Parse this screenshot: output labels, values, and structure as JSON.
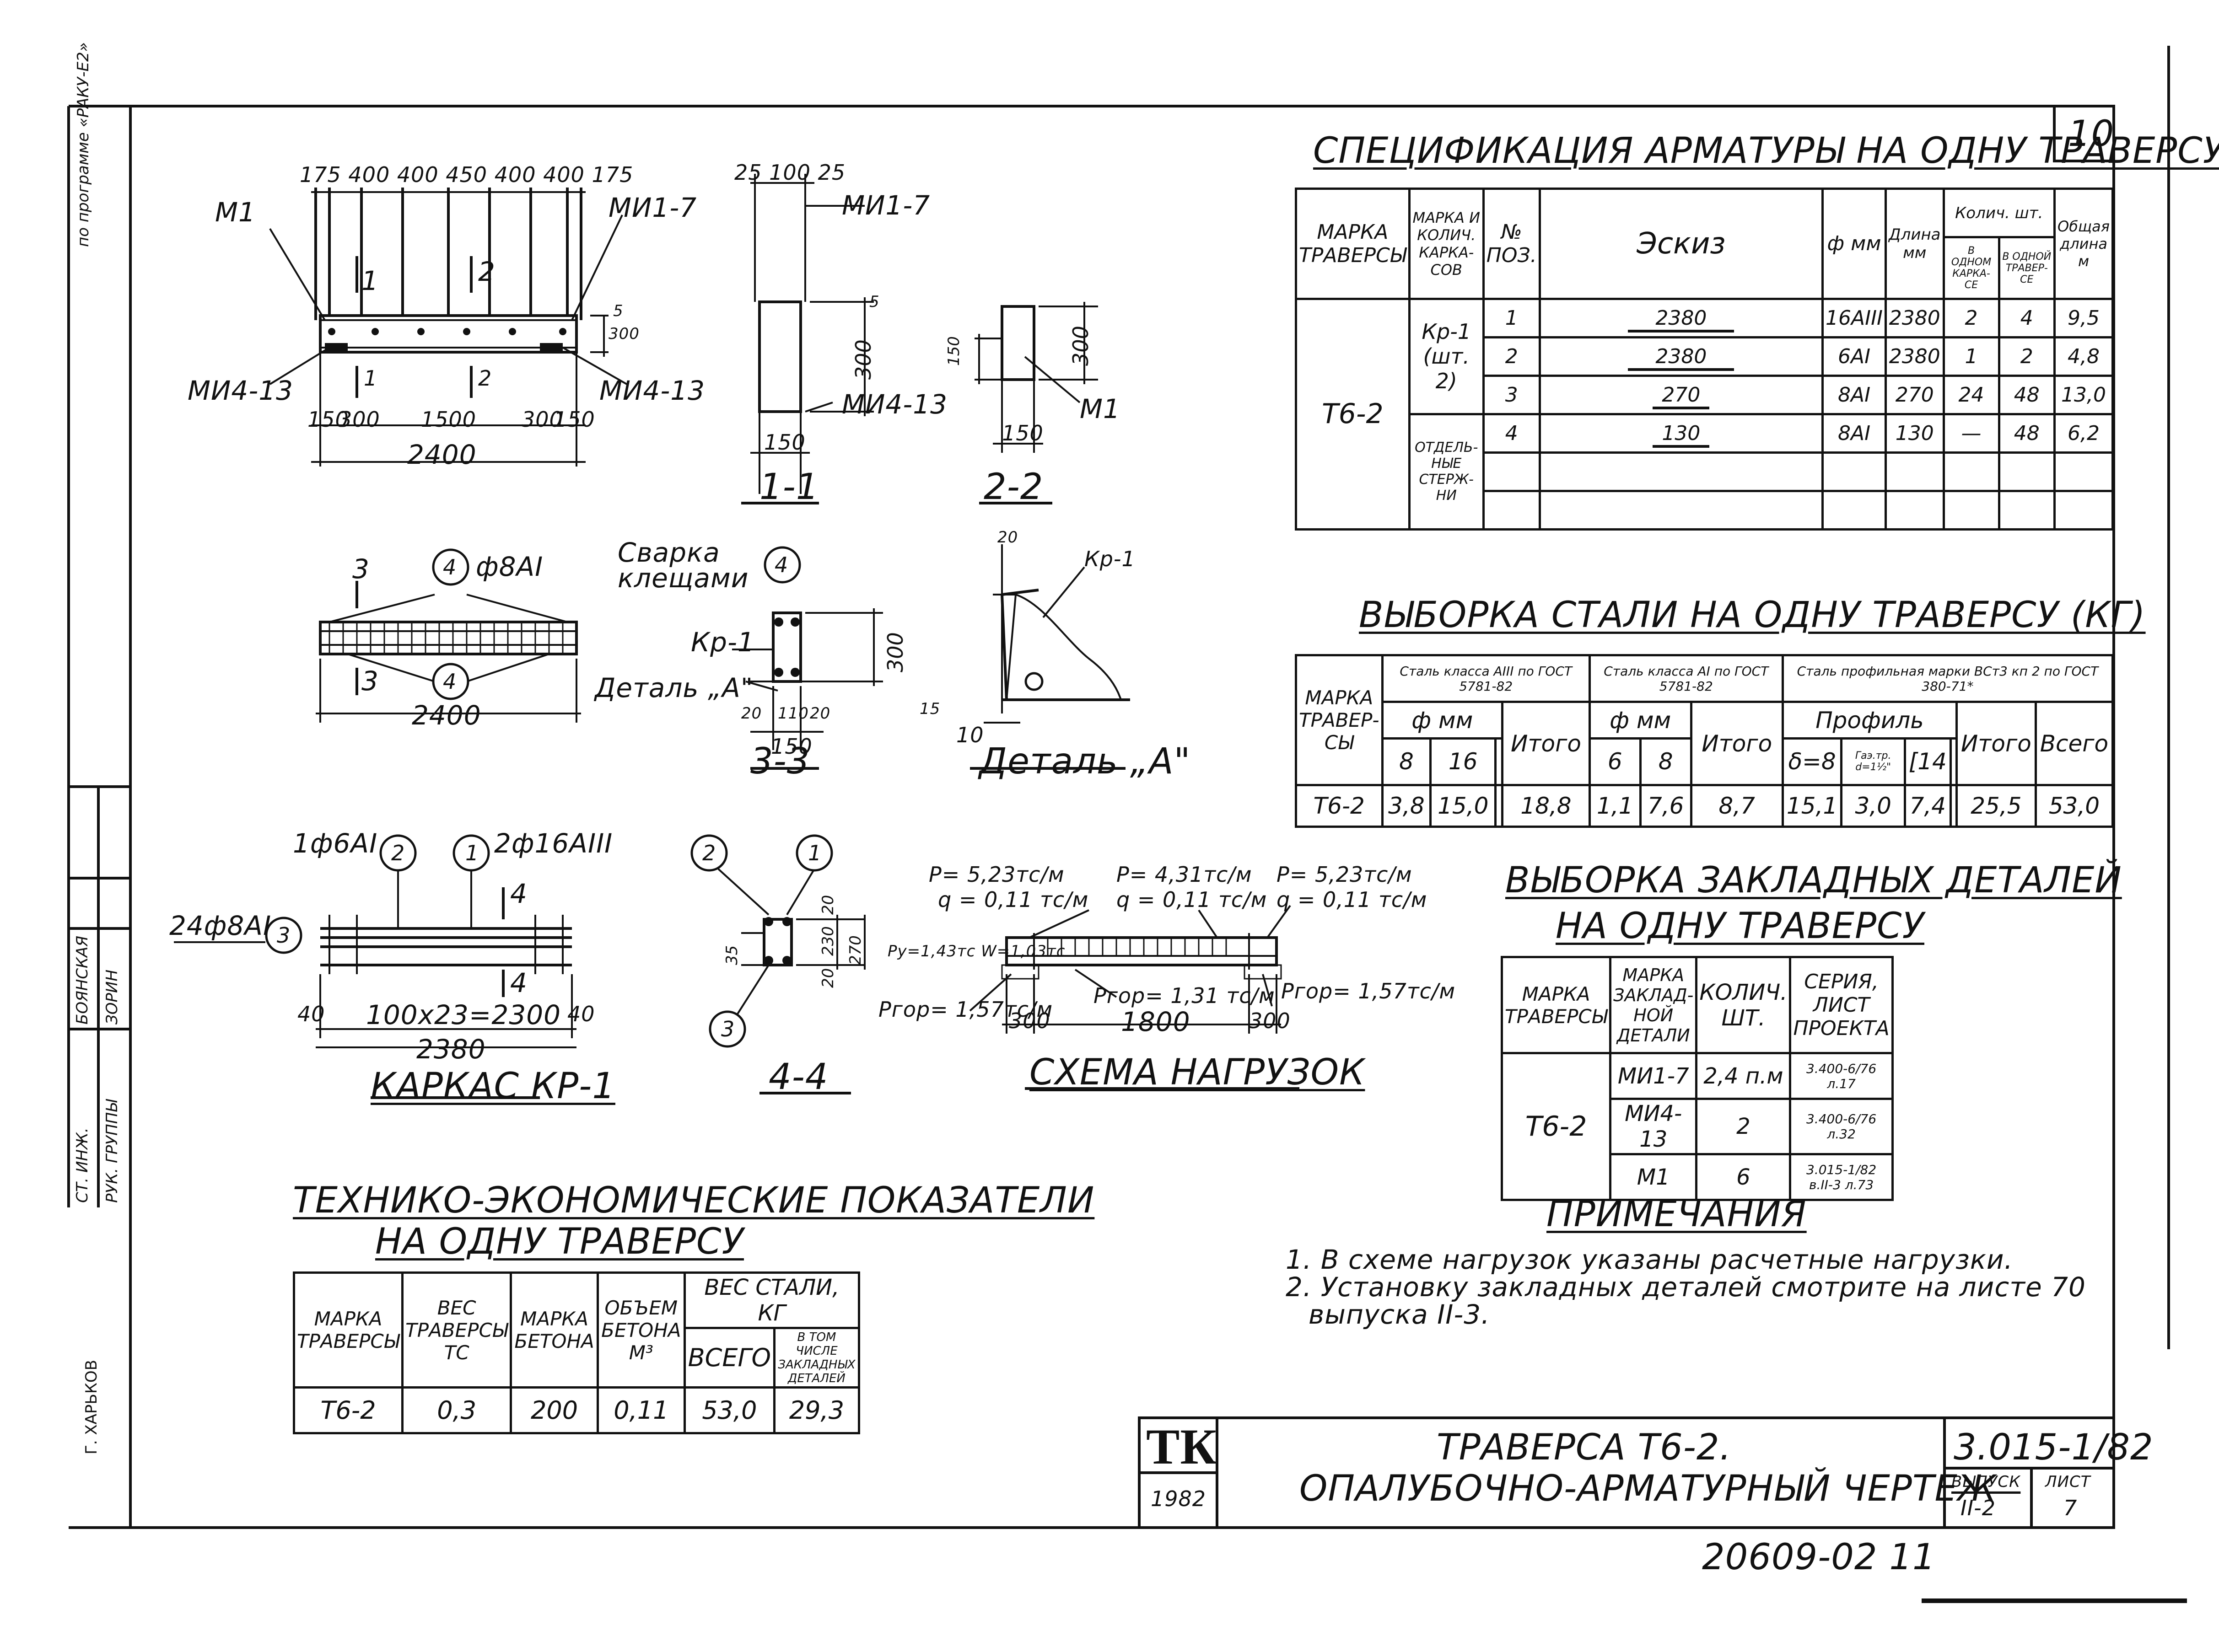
{
  "page_number": "10",
  "side_stamps": {
    "top": "по программе «РАКУ-Е2»",
    "roles": [
      "РУК. ГРУППЫ",
      "СТ. ИНЖ."
    ],
    "names": [
      "ЗОРИН",
      "БОЯНСКАЯ"
    ],
    "city": "Г. ХАРЬКОВ"
  },
  "drawing_top": {
    "dims_top": "175 400 400 450 400 400 175",
    "dims_bottom": [
      "150",
      "300",
      "1500",
      "300",
      "150"
    ],
    "total": "2400",
    "labels": {
      "m1": "М1",
      "mi1": "МИ1-7",
      "mi4_left": "МИ4-13",
      "mi4_right": "МИ4-13",
      "s1": "1",
      "s2": "2",
      "h300": "300",
      "h5": "5"
    }
  },
  "section_1_1": {
    "dims": "25 100 25",
    "label_mi1": "МИ1-7",
    "h5": "5",
    "h300": "300",
    "label_mi4": "МИ4-13",
    "w150": "150",
    "title": "1-1"
  },
  "section_2_2": {
    "h150": "150",
    "h300": "300",
    "label": "М1",
    "w150": "150",
    "title": "2-2"
  },
  "frame_plan": {
    "s3": "3",
    "pos": "4",
    "dia": "ф8АI",
    "total": "2400"
  },
  "section_3_3": {
    "welding": "Сварка клещами",
    "kr": "Кр-1",
    "detail": "Деталь „А\"",
    "pos": "4",
    "h300": "300",
    "dims": [
      "20",
      "110",
      "20"
    ],
    "w150": "150",
    "title": "3-3"
  },
  "detail_a": {
    "kr": "Кр-1",
    "d20": "20",
    "d15": "15",
    "d10": "10",
    "title": "Деталь „А\""
  },
  "frame_kr1": {
    "bar1": "1ф6АI",
    "bar2": "2ф16АIII",
    "bar3": "24ф8АI",
    "marks": [
      "2",
      "1",
      "3"
    ],
    "s4": "4",
    "dims": [
      "40",
      "100x23=2300",
      "40"
    ],
    "total": "2380",
    "title": "КАРКАС КР-1"
  },
  "section_4_4": {
    "marks": [
      "2",
      "1",
      "3"
    ],
    "dims": [
      "20",
      "230",
      "20"
    ],
    "h270": "270",
    "h35": "35",
    "title": "4-4"
  },
  "load_scheme": {
    "p_left": "P= 5,23тс/м",
    "q_left": "q = 0,11 тс/м",
    "p_mid": "P= 4,31тс/м",
    "q_mid": "q = 0,11 тс/м",
    "p_right": "P= 5,23тс/м",
    "q_right": "q = 0,11 тс/м",
    "py": "Ру=1,43тс W=1,03тс",
    "rgor_left": "Ргор= 1,57тс/м",
    "rgor_mid": "Ргор= 1,31 тс/м",
    "rgor_right": "Ргор= 1,57тс/м",
    "dims": [
      "300",
      "1800",
      "300"
    ],
    "title": "СХЕМА НАГРУЗОК"
  },
  "spec_table": {
    "title": "СПЕЦИФИКАЦИЯ АРМАТУРЫ НА ОДНУ ТРАВЕРСУ",
    "headers": {
      "mark": "МАРКА ТРАВЕРСЫ",
      "frame": "МАРКА И КОЛИЧ. КАРКА-СОВ",
      "pos": "№ ПОЗ.",
      "sketch": "Эскиз",
      "dia": "ф мм",
      "len": "Длина мм",
      "qty": "Колич. шт.",
      "qty_frame": "В ОДНОМ КАРКА-СЕ",
      "qty_beam": "В ОДНОЙ ТРАВЕР-СЕ",
      "total_len": "Общая длина м"
    },
    "mark": "Т6-2",
    "frame_label": "Кр-1 (шт. 2)",
    "separate_label": "ОТДЕЛЬ-НЫЕ СТЕРЖ-НИ",
    "rows": [
      {
        "pos": "1",
        "sketch": "2380",
        "dia": "16АIII",
        "len": "2380",
        "qf": "2",
        "qb": "4",
        "total": "9,5"
      },
      {
        "pos": "2",
        "sketch": "2380",
        "dia": "6АI",
        "len": "2380",
        "qf": "1",
        "qb": "2",
        "total": "4,8"
      },
      {
        "pos": "3",
        "sketch": "270",
        "dia": "8АI",
        "len": "270",
        "qf": "24",
        "qb": "48",
        "total": "13,0"
      },
      {
        "pos": "4",
        "sketch": "130",
        "dia": "8АI",
        "len": "130",
        "qf": "—",
        "qb": "48",
        "total": "6,2"
      }
    ]
  },
  "steel_table": {
    "title": "ВЫБОРКА СТАЛИ НА ОДНУ ТРАВЕРСУ (КГ)",
    "h_mark": "МАРКА ТРАВЕР-СЫ",
    "h_a3": "Сталь класса АIII по ГОСТ 5781-82",
    "h_a1": "Сталь класса АI по ГОСТ 5781-82",
    "h_prof": "Сталь профильная марки ВСт3 кп 2 по ГОСТ 380-71*",
    "h_fmm": "ф мм",
    "h_fmm2": "ф мм",
    "h_profile": "Профиль",
    "cols": [
      "8",
      "16",
      "",
      "Итого",
      "6",
      "8",
      "Итого",
      "δ=8",
      "Гаэ.тр. d=1½\"",
      "[14",
      "",
      "Итого",
      "Всего"
    ],
    "row": [
      "Т6-2",
      "3,8",
      "15,0",
      "",
      "18,8",
      "1,1",
      "7,6",
      "8,7",
      "15,1",
      "3,0",
      "7,4",
      "",
      "25,5",
      "53,0"
    ]
  },
  "embedded_table": {
    "title1": "ВЫБОРКА ЗАКЛАДНЫХ ДЕТАЛЕЙ",
    "title2": "НА ОДНУ ТРАВЕРСУ",
    "headers": [
      "МАРКА ТРАВЕРСЫ",
      "МАРКА ЗАКЛАД-НОЙ ДЕТАЛИ",
      "КОЛИЧ. ШТ.",
      "СЕРИЯ, ЛИСТ ПРОЕКТА"
    ],
    "mark": "Т6-2",
    "rows": [
      {
        "detail": "МИ1-7",
        "qty": "2,4 п.м",
        "series": "3.400-6/76 л.17"
      },
      {
        "detail": "МИ4-13",
        "qty": "2",
        "series": "3.400-6/76 л.32"
      },
      {
        "detail": "М1",
        "qty": "6",
        "series": "3.015-1/82 в.II-3 л.73"
      }
    ]
  },
  "notes": {
    "title": "ПРИМЕЧАНИЯ",
    "items": [
      "1. В схеме нагрузок указаны расчетные нагрузки.",
      "2. Установку закладных деталей смотрите на листе 70",
      "выпуска II-3."
    ]
  },
  "tech_table": {
    "title1": "ТЕХНИКО-ЭКОНОМИЧЕСКИЕ ПОКАЗАТЕЛИ",
    "title2": "НА ОДНУ ТРАВЕРСУ",
    "headers": [
      "МАРКА ТРАВЕРСЫ",
      "ВЕС ТРАВЕРСЫ ТС",
      "МАРКА БЕТОНА",
      "ОБЪЕМ БЕТОНА М³",
      "ВЕС СТАЛИ, КГ",
      "ВСЕГО",
      "В ТОМ ЧИСЛЕ ЗАКЛАДНЫХ ДЕТАЛЕЙ"
    ],
    "row": [
      "Т6-2",
      "0,3",
      "200",
      "0,11",
      "53,0",
      "29,3"
    ]
  },
  "title_block": {
    "logo": "ТК",
    "year": "1982",
    "title1": "ТРАВЕРСА Т6-2.",
    "title2": "ОПАЛУБОЧНО-АРМАТУРНЫЙ ЧЕРТЕЖ",
    "code": "3.015-1/82",
    "issue_label": "ВЫПУСК",
    "issue": "II-2",
    "sheet_label": "ЛИСТ",
    "sheet": "7"
  },
  "footer_number": "20609-02  11"
}
